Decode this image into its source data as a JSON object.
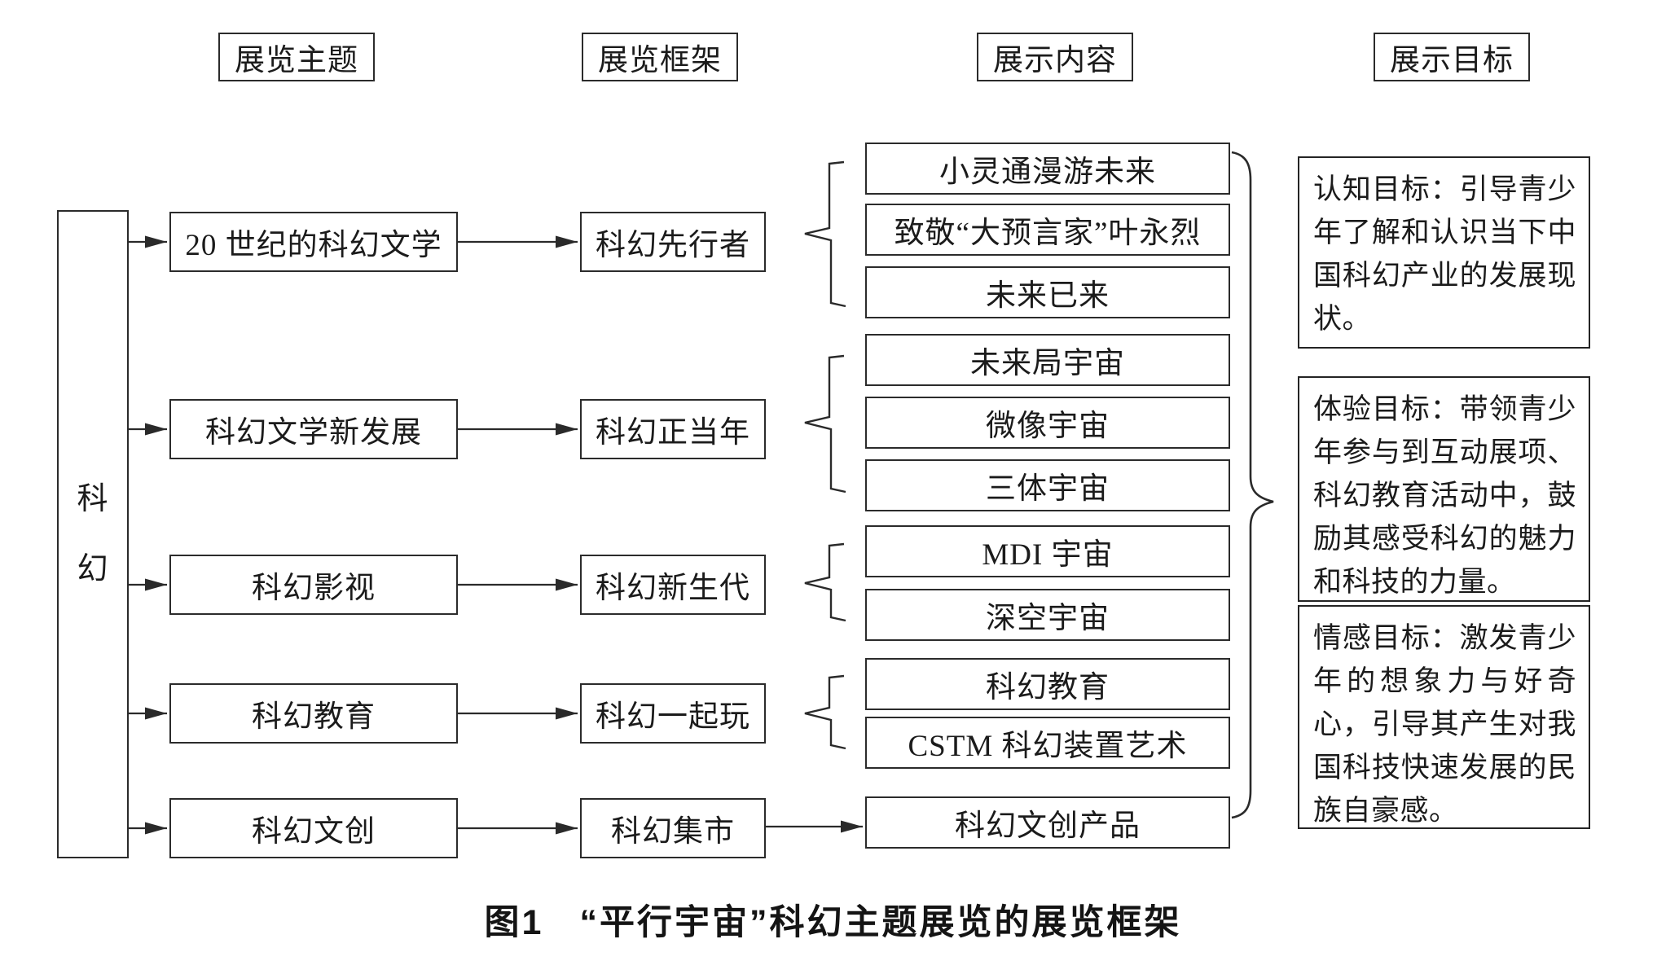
{
  "figure": {
    "caption_label": "图1",
    "caption_title": "“平行宇宙”科幻主题展览的展览框架"
  },
  "headers": [
    {
      "label": "展览主题"
    },
    {
      "label": "展览框架"
    },
    {
      "label": "展示内容"
    },
    {
      "label": "展示目标"
    }
  ],
  "root": {
    "label": "科幻"
  },
  "rows": [
    {
      "theme": "20 世纪的科幻文学",
      "framework": "科幻先行者",
      "contents": [
        "小灵通漫游未来",
        "致敬“大预言家”叶永烈",
        "未来已来"
      ]
    },
    {
      "theme": "科幻文学新发展",
      "framework": "科幻正当年",
      "contents": [
        "未来局宇宙",
        "微像宇宙",
        "三体宇宙"
      ]
    },
    {
      "theme": "科幻影视",
      "framework": "科幻新生代",
      "contents": [
        "MDI 宇宙",
        "深空宇宙"
      ]
    },
    {
      "theme": "科幻教育",
      "framework": "科幻一起玩",
      "contents": [
        "科幻教育",
        "CSTM 科幻装置艺术"
      ]
    },
    {
      "theme": "科幻文创",
      "framework": "科幻集市",
      "contents": [
        "科幻文创产品"
      ]
    }
  ],
  "goals": [
    {
      "text": "认知目标：引导青少年了解和认识当下中国科幻产业的发展现状。"
    },
    {
      "text": "体验目标：带领青少年参与到互动展项、科幻教育活动中，鼓励其感受科幻的魅力和科技的力量。"
    },
    {
      "text": "情感目标：激发青少年的想象力与好奇心，引导其产生对我国科技快速发展的民族自豪感。"
    }
  ],
  "colors": {
    "ink": "#2a2a2a",
    "background": "#ffffff"
  }
}
